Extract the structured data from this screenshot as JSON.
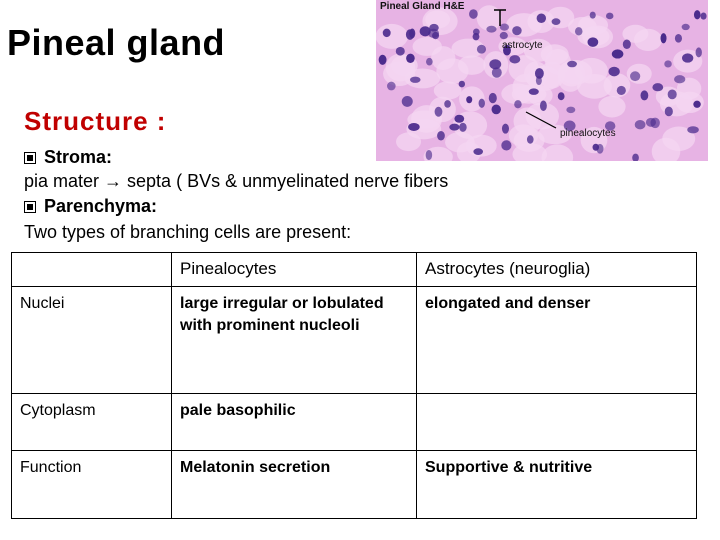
{
  "slide": {
    "title": "Pineal gland",
    "subtitle": "Structure :",
    "stroma_label": "Stroma:",
    "stroma_text": "pia mater → septa ( BVs & unmyelinated nerve fibers",
    "parenchyma_label": "Parenchyma:",
    "parenchyma_text": "Two types of branching cells are present:"
  },
  "micrograph": {
    "caption": "Pineal Gland H&E",
    "label_astrocyte": "astrocyte",
    "label_pinealocyte": "pinealocytes",
    "colors": {
      "background": "#e9b8e6",
      "nuclei": "#4a2a8c",
      "cytoplasm": "#f4d6f2"
    }
  },
  "table": {
    "headers": [
      "",
      "Pinealocytes",
      "Astrocytes (neuroglia)"
    ],
    "rows": [
      {
        "label": "Nuclei",
        "pinealocytes": "large irregular or lobulated with prominent nucleoli",
        "astrocytes": "elongated and denser"
      },
      {
        "label": "Cytoplasm",
        "pinealocytes": "pale basophilic",
        "astrocytes": ""
      },
      {
        "label": "Function",
        "pinealocytes": "Melatonin secretion",
        "astrocytes": "Supportive & nutritive"
      }
    ]
  },
  "colors": {
    "title": "#000000",
    "subtitle": "#c00000",
    "table_border": "#000000"
  }
}
